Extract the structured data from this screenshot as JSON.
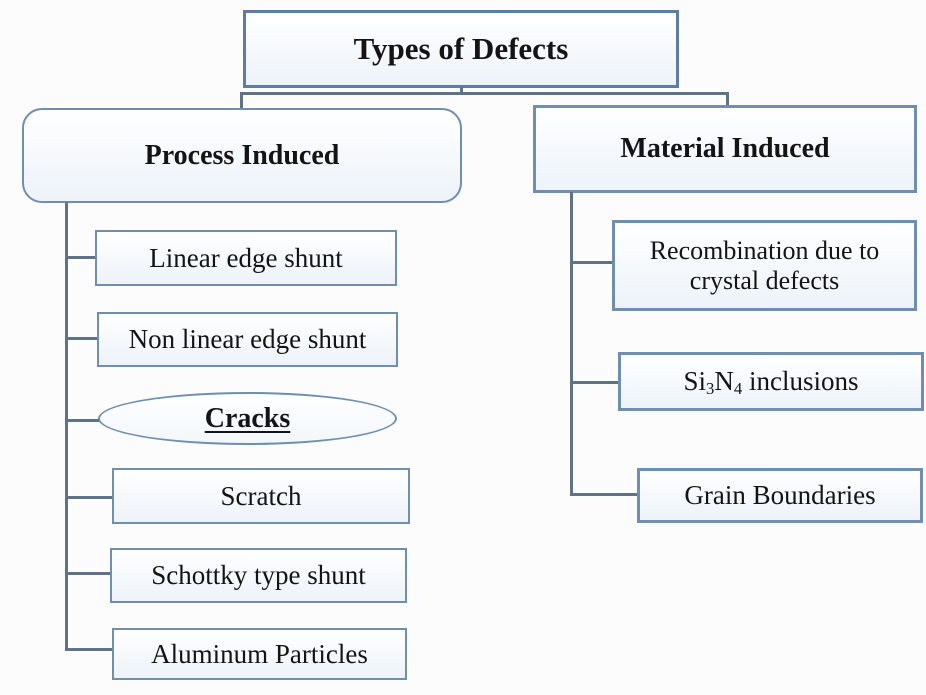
{
  "diagram": {
    "title": "Types of Defects",
    "branches": [
      {
        "label": "Process Induced",
        "children": [
          "Linear edge shunt",
          "Non linear edge shunt",
          "Cracks",
          "Scratch",
          "Schottky type shunt",
          "Aluminum Particles"
        ],
        "highlighted_child": "Cracks"
      },
      {
        "label": "Material Induced",
        "children": [
          "Recombination due to crystal defects",
          "Si₃N₄ inclusions",
          "Grain Boundaries"
        ],
        "formula": {
          "pre": "Si",
          "sub1": "3",
          "mid": "N",
          "sub2": "4",
          "suffix": " inclusions"
        }
      }
    ]
  },
  "colors": {
    "node_border": "#6f8fb0",
    "connector": "#5e7389",
    "node_fill_top": "#ffffff",
    "node_fill_bottom": "#edf3f9",
    "text": "#141414",
    "background": "#fbfcfb"
  }
}
